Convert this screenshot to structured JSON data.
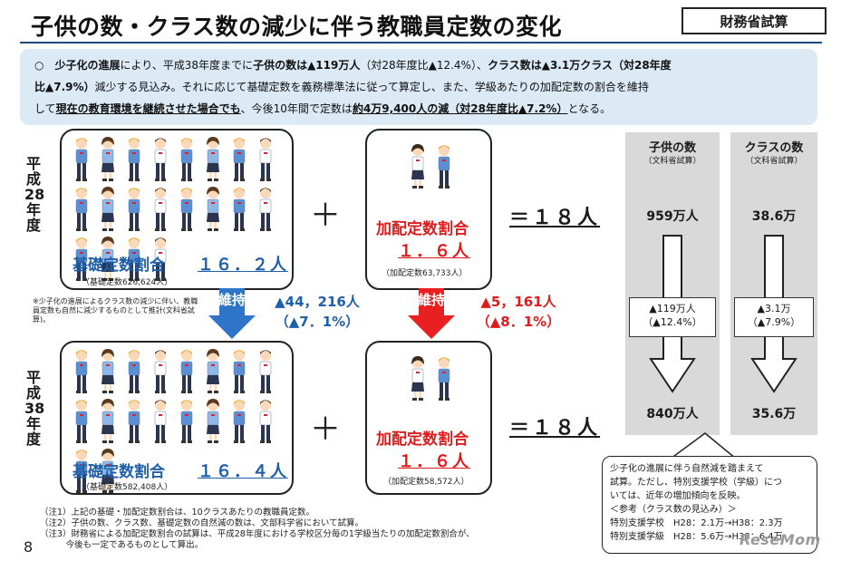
{
  "header": {
    "title": "子供の数・クラス数の減少に伴う教職員定数の変化",
    "source_tag": "財務省試算"
  },
  "summary": {
    "line1_a": "○　",
    "line1_b": "少子化の進展",
    "line1_c": "により、平成38年度までに",
    "line1_d": "子供の数は▲119万人",
    "line1_e": "（対28年度比▲12.4%）、",
    "line1_f": "クラス数は▲3.1万クラス（対28年度",
    "line2_a": "比▲7.9%）",
    "line2_b": "減少する見込み。それに応じて基礎定数を義務標準法に従って算定し、また、学級あたりの加配定数の割合を維持",
    "line3_a": "して",
    "line3_b": "現在の教育環境を継続させた場合でも",
    "line3_c": "、今後10年間で定数は",
    "line3_d": "約4万9,400人の減（対28年度比▲7.2%）",
    "line3_e": "となる。"
  },
  "years": {
    "h28": "平成28年度",
    "h38": "平成38年度"
  },
  "h28": {
    "basic_label": "基礎定数割合",
    "basic_ratio": "１６．２人",
    "basic_count": "（基礎定数626,624人）",
    "extra_label": "加配定数割合",
    "extra_ratio": "１．６人",
    "extra_count": "（加配定数63,733人）",
    "total": "＝１８人"
  },
  "h38": {
    "basic_label": "基礎定数割合",
    "basic_ratio": "１６．４人",
    "basic_count": "（基礎定数582,408人）",
    "extra_label": "加配定数割合",
    "extra_ratio": "１．６人",
    "extra_count": "（加配定数58,572人）",
    "total": "＝１８人"
  },
  "plus_sign": "＋",
  "maintain_arrows": {
    "blue_label": "維持",
    "red_label": "維持",
    "basic_delta": "▲44，216人",
    "basic_delta_pct": "（▲7．1%）",
    "extra_delta": "▲5，161人",
    "extra_delta_pct": "（▲8．1%）"
  },
  "side_note": "※少子化の進展によるクラス数の減少に伴い、教職員定数も自然に減少するものとして推計(文科省試算)。",
  "columns": {
    "children": {
      "head": "子供の数",
      "sub": "（文科省試算）",
      "start": "959万人",
      "change": "▲119万人",
      "change_pct": "（▲12.4%）",
      "end": "840万人"
    },
    "classes": {
      "head": "クラスの数",
      "sub": "（文科省試算）",
      "start": "38.6万",
      "change": "▲3.1万",
      "change_pct": "（▲7.9%）",
      "end": "35.6万"
    }
  },
  "callout": {
    "line1": "少子化の進展に伴う自然減を踏まえて",
    "line2": "試算。ただし、特別支援学校（学級）につ",
    "line3": "いては、近年の増加傾向を反映。",
    "line4": "＜参考（クラス数の見込み）＞",
    "line5": "特別支援学校　H28：2.1万→H38：2.3万",
    "line6": "特別支援学級　H28：5.6万→H38：6.4万"
  },
  "footnotes": {
    "n1": "（注1）上記の基礎・加配定数割合は、10クラスあたりの教職員定数。",
    "n2": "（注2）子供の数、クラス数、基礎定数の自然減の数は、文部科学省において試算。",
    "n3": "（注3）財務省による加配定数割合の試算は、平成28年度における学校区分毎の1学級当たりの加配定数割合が、",
    "n4": "　　　今後も一定であるものとして算出。"
  },
  "page_number": "8",
  "watermark": "ReseMom",
  "colors": {
    "accent_blue": "#1f5fa8",
    "accent_red": "#e01b1b",
    "summary_bg": "#dceaf5",
    "column_bg": "#d9d9d9"
  }
}
